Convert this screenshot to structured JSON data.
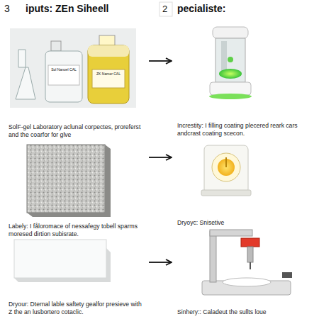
{
  "diagram": {
    "title": "iputs: ZEn Siheell",
    "nodes": [
      {
        "text": [
          "SolF-gel Laboratory aclunal corpectes, proreferst and the coarfor for glve"
        ]
      },
      {
        "text": [
          "Increstity: I filling coating plecered reark cars andcrast coating scecon."
        ]
      },
      {
        "text": [
          "Labely: I fåloromace of nessafegy tobell sparms moresed dirtion subisrate."
        ]
      },
      {
        "text": [
          "Dryoyc: Snisetive"
        ]
      },
      {
        "text": [
          "Dryour: Dternal lable saftety gealfor presieve with Z the an lusbortero cotaclic."
        ]
      },
      {
        "text": [
          "Sinhery:: Caladeut the sullts loue"
        ]
      }
    ],
    "edges": [
      {
        "from": 0,
        "to": 1,
        "arrow": "to"
      },
      {
        "from": 2,
        "to": 3,
        "arrow": "to"
      },
      {
        "from": 4,
        "to": 5,
        "arrow": "to"
      }
    ],
    "labels": [
      "3",
      "2",
      "pecialiste:",
      "Sol Nanoel CAL",
      "ZK Namer CAL"
    ]
  }
}
